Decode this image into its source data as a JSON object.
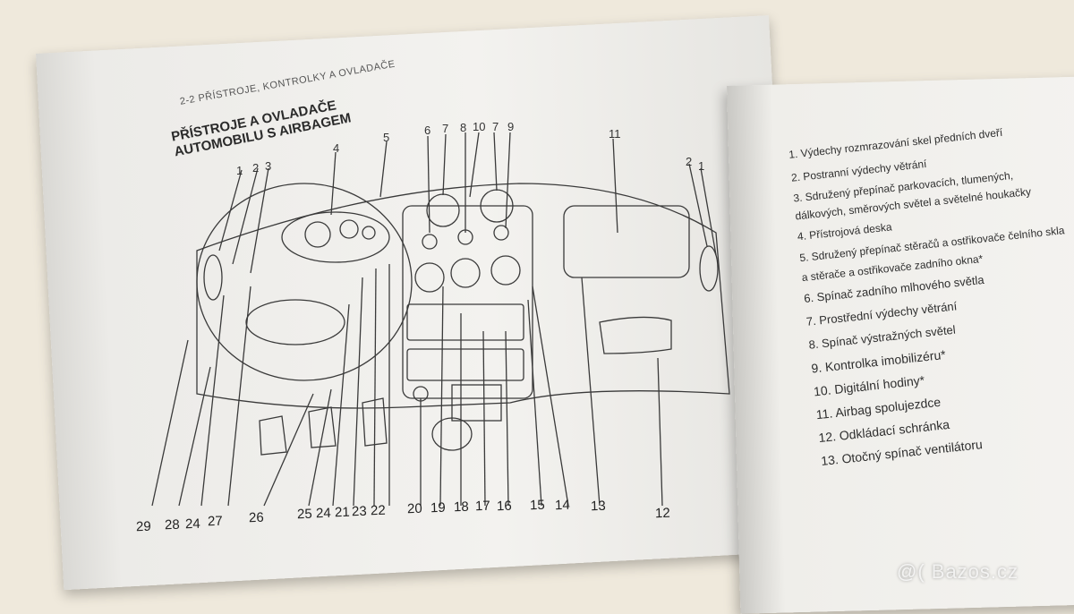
{
  "left_page": {
    "header": "2-2 PŘÍSTROJE, KONTROLKY A OVLADAČE",
    "title_line1": "PŘÍSTROJE A OVLADAČE",
    "title_line2": "AUTOMOBILU S AIRBAGEM",
    "top_callouts": [
      "1",
      "2",
      "3",
      "4",
      "5",
      "6",
      "7",
      "8",
      "10",
      "7",
      "9",
      "11",
      "2",
      "1"
    ],
    "bottom_callouts": [
      "29",
      "28",
      "24",
      "27",
      "26",
      "25",
      "24",
      "21",
      "23",
      "22",
      "20",
      "19",
      "18",
      "17",
      "16",
      "15",
      "14",
      "13",
      "12"
    ]
  },
  "right_page": {
    "legend": [
      "1. Výdechy rozmrazování skel předních dveří",
      "2. Postranní výdechy větrání",
      "3. Sdružený přepínač parkovacích, tlumených, dálkových, směrových světel a světelné houkačky",
      "4. Přístrojová deska",
      "5. Sdružený přepínač stěračů a ostřikovače čelního skla a stěrače a ostřikovače zadního okna*",
      "6. Spínač zadního mlhového světla",
      "7. Prostřední výdechy větrání",
      "8. Spínač výstražných světel",
      "9. Kontrolka imobilizéru*",
      "10. Digitální hodiny*",
      "11. Airbag spolujezdce",
      "12. Odkládací schránka",
      "13. Otočný spínač ventilátoru"
    ]
  },
  "watermark": "@( Bazos.cz"
}
